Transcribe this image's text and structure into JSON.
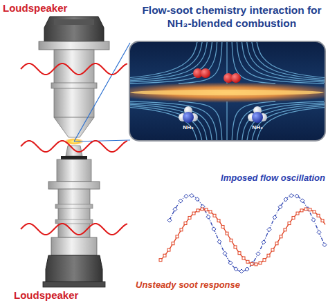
{
  "diagram": {
    "title": "Flow-soot chemistry interaction for NH₃-blended combustion",
    "labels": [
      "Loudspeaker",
      "Loudspeaker",
      "NH₃",
      "NH₃",
      "Imposed flow oscillation",
      "Unsteady soot response"
    ]
  }
}
